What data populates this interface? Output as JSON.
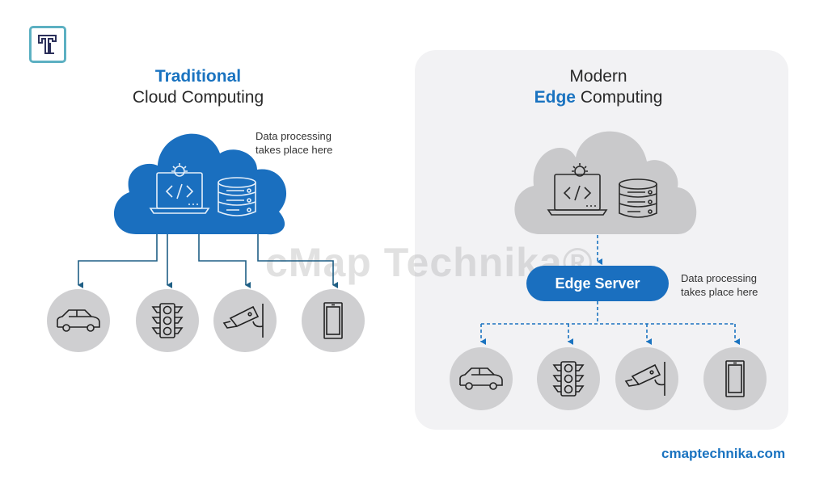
{
  "logo": {
    "letter": "T",
    "border_color": "#5cb0c2"
  },
  "traditional": {
    "title_highlight": "Traditional",
    "title_rest": "Cloud Computing",
    "note_line1": "Data processing",
    "note_line2": "takes place here",
    "cloud_color": "#1a6fbf",
    "cloud_icons": [
      "laptop-code-icon",
      "database-icon"
    ],
    "devices": [
      "car-icon",
      "traffic-light-icon",
      "cctv-camera-icon",
      "smartphone-icon"
    ],
    "connector_style": "solid"
  },
  "modern": {
    "title_plain": "Modern",
    "title_highlight": "Edge",
    "title_rest": "Computing",
    "cloud_color": "#c9c9cb",
    "cloud_icons": [
      "laptop-code-icon",
      "database-icon"
    ],
    "edge_server_label": "Edge Server",
    "note_line1": "Data processing",
    "note_line2": "takes place here",
    "devices": [
      "car-icon",
      "traffic-light-icon",
      "cctv-camera-icon",
      "smartphone-icon"
    ],
    "connector_style": "dashed"
  },
  "watermark": "cMap Technika®",
  "footer_url": "cmaptechnika.com",
  "colors": {
    "accent": "#1a73c0",
    "connector": "#1f5f85",
    "device_bg": "#cfcfd1",
    "panel_bg": "#f2f2f4"
  }
}
